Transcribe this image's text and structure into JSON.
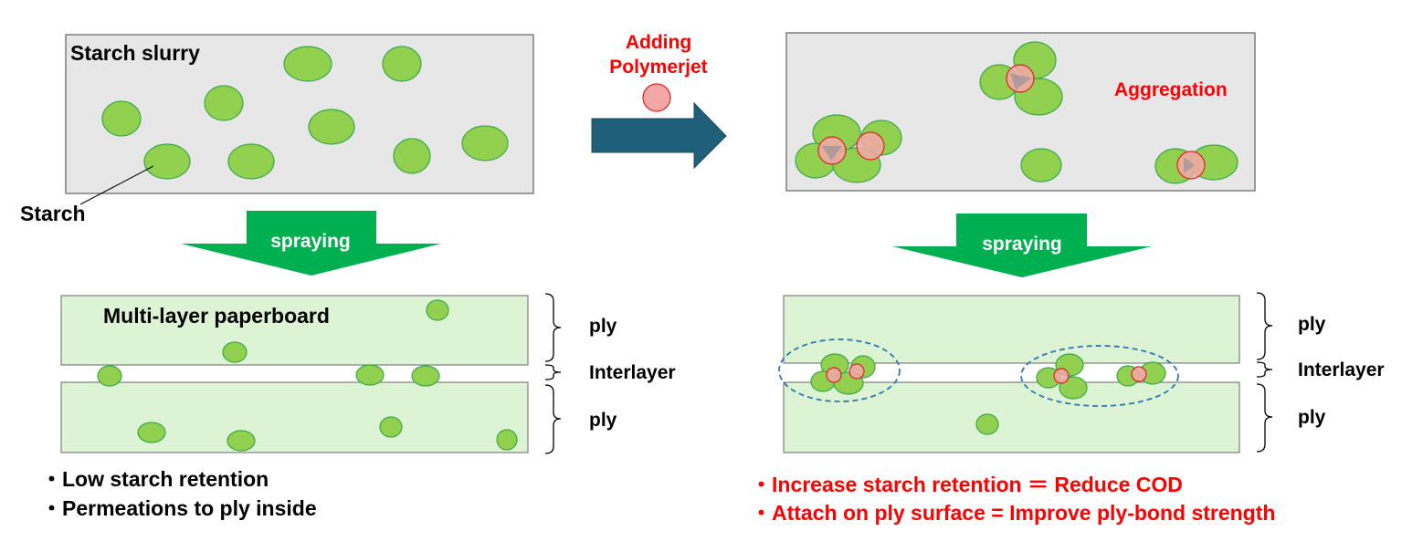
{
  "left": {
    "slurry_label": "Starch slurry",
    "starch_label": "Starch",
    "spray_label": "spraying",
    "board_label": "Multi-layer paperboard",
    "ply_top": "ply",
    "interlayer": "Interlayer",
    "ply_bottom": "ply",
    "notes": [
      "・Low starch retention",
      "・Permeations to ply inside"
    ]
  },
  "middle": {
    "adding_line1": "Adding",
    "adding_line2": "Polymerjet"
  },
  "right": {
    "aggregation_label": "Aggregation",
    "spray_label": "spraying",
    "ply_top": "ply",
    "interlayer": "Interlayer",
    "ply_bottom": "ply",
    "notes": [
      "・Increase starch retention ＝ Reduce COD",
      "・Attach on ply surface = Improve ply-bond strength"
    ]
  },
  "colors": {
    "starch_fill": "#92d050",
    "starch_stroke": "#3aa84a",
    "polymer_fill": "#f4a7a7",
    "polymer_stroke": "#e02020",
    "slurry_box": "#e7e7e7",
    "ply_fill": "#dcf3d4",
    "spray_arrow": "#00b050",
    "process_arrow": "#1f5f7a",
    "red_text": "#ff0000",
    "aggregate_circle": "#2e75b6"
  }
}
